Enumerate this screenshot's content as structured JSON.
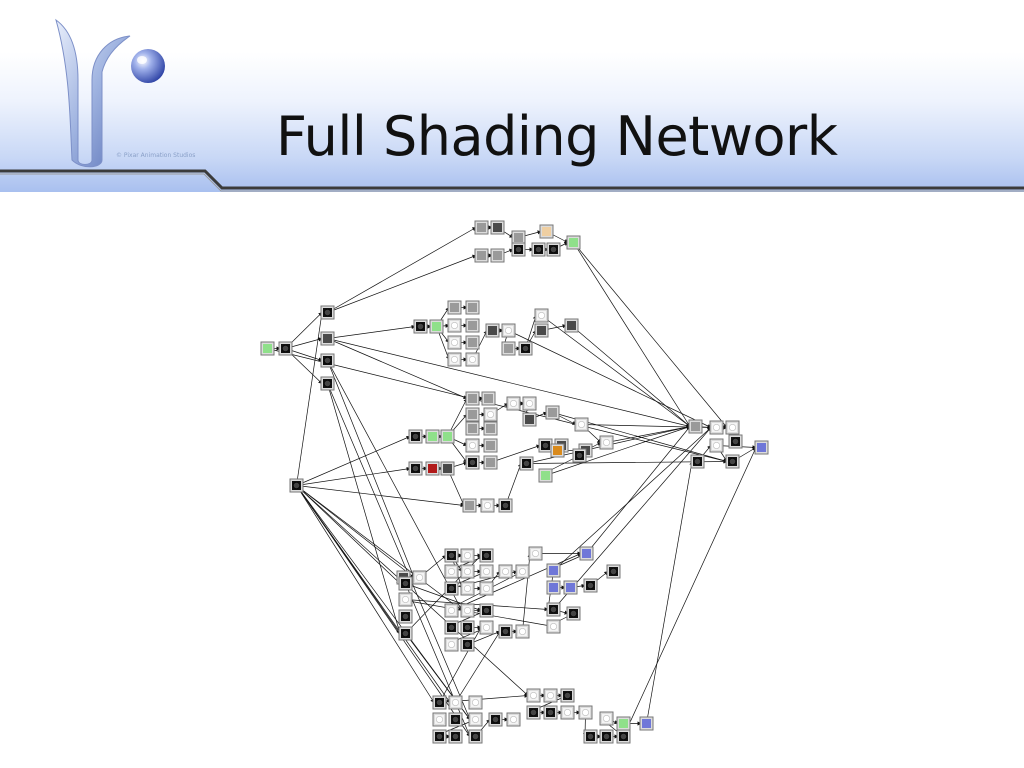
{
  "slide": {
    "title": "Full Shading Network",
    "logo_credit": "© Pixar Animation Studios"
  },
  "colors": {
    "header_gradient": [
      "#ffffff",
      "#eef3fd",
      "#c9d8f6",
      "#a9c0ef"
    ],
    "header_rule": "#3b3b3b",
    "node_border": "#777777",
    "edge": "#111111",
    "node_fills": {
      "black": "#111111",
      "grey": "#9a9a9a",
      "dark": "#4a4a4a",
      "white": "#f4f4f4",
      "green": "#8fe08a",
      "blue": "#6f77d8",
      "orange": "#d98a1c",
      "peach": "#efcfa2",
      "red": "#b11a1a"
    }
  },
  "diagram": {
    "type": "shading-network-graph",
    "node_swatches": [
      "green",
      "black",
      "black",
      "dark",
      "black",
      "black",
      "black",
      "grey",
      "dark",
      "grey",
      "peach",
      "green",
      "grey",
      "grey",
      "black",
      "black",
      "black",
      "black",
      "green",
      "grey",
      "grey",
      "white",
      "grey",
      "white",
      "grey",
      "white",
      "white",
      "dark",
      "white",
      "grey",
      "black",
      "white",
      "dark",
      "dark",
      "black",
      "green",
      "green",
      "grey",
      "grey",
      "grey",
      "grey",
      "white",
      "grey",
      "white",
      "grey",
      "black",
      "grey",
      "white",
      "white",
      "dark",
      "grey",
      "white",
      "black",
      "dark",
      "orange",
      "dark",
      "white",
      "black",
      "green",
      "black",
      "red",
      "dark",
      "grey",
      "white",
      "black",
      "black",
      "grey",
      "white",
      "white",
      "dark",
      "white",
      "black",
      "white",
      "black",
      "white",
      "white",
      "white",
      "black",
      "white",
      "white",
      "white",
      "white",
      "white",
      "white",
      "black",
      "black",
      "black",
      "white",
      "white",
      "black",
      "black",
      "white",
      "white",
      "blue",
      "blue",
      "blue",
      "blue",
      "black",
      "black",
      "black",
      "black",
      "white",
      "white",
      "black",
      "black",
      "black",
      "black",
      "white",
      "white",
      "white",
      "black",
      "white",
      "black",
      "black",
      "black",
      "black",
      "white",
      "white",
      "white",
      "black",
      "black",
      "black",
      "white",
      "white",
      "black",
      "black",
      "black",
      "white",
      "green",
      "blue",
      "black",
      "white",
      "black",
      "black",
      "blue"
    ]
  }
}
